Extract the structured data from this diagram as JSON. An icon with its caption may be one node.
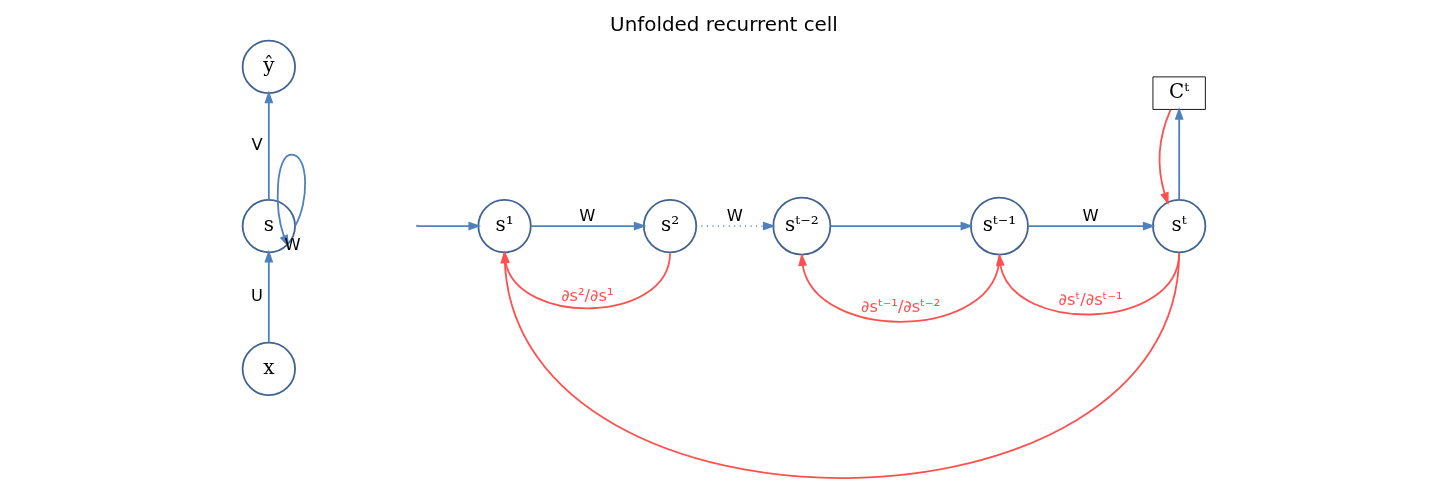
{
  "diagram": {
    "title": "Unfolded recurrent cell",
    "nodes": [
      {
        "text": [
          "ŷ"
        ]
      },
      {
        "text": [
          "s"
        ]
      },
      {
        "text": [
          "x"
        ]
      },
      {
        "text": [
          "s¹"
        ]
      },
      {
        "text": [
          "s²"
        ]
      },
      {
        "text": [
          "sᵗ⁻²"
        ]
      },
      {
        "text": [
          "sᵗ⁻¹"
        ]
      },
      {
        "text": [
          "sᵗ"
        ]
      },
      {
        "text": [
          "Cᵗ"
        ]
      }
    ],
    "edges": [
      {
        "from": 1,
        "to": 0,
        "arrow": "to",
        "label": "V"
      },
      {
        "from": 1,
        "to": 1,
        "arrow": "to",
        "label": "W"
      },
      {
        "from": 2,
        "to": 1,
        "arrow": "to",
        "label": "U"
      },
      {
        "from": null,
        "to": 3,
        "arrow": "to"
      },
      {
        "from": 3,
        "to": 4,
        "arrow": "to",
        "label": "W"
      },
      {
        "from": 4,
        "to": 5,
        "arrow": "to",
        "label": "W",
        "style": "dashed"
      },
      {
        "from": 5,
        "to": 6,
        "arrow": "to"
      },
      {
        "from": 6,
        "to": 7,
        "arrow": "to",
        "label": "W"
      },
      {
        "from": 7,
        "to": 8,
        "arrow": "to"
      },
      {
        "from": 8,
        "to": 7,
        "arrow": "to",
        "color": "#ff5050"
      },
      {
        "from": 4,
        "to": 3,
        "arrow": "to",
        "label": "∂s²/∂s¹",
        "color": "#ff5050"
      },
      {
        "from": 6,
        "to": 5,
        "arrow": "to",
        "label": "∂sᵗ⁻¹/∂sᵗ⁻²",
        "color": "#ff5050"
      },
      {
        "from": 7,
        "to": 6,
        "arrow": "to",
        "label": "∂sᵗ/∂sᵗ⁻¹",
        "color": "#ff5050"
      },
      {
        "from": 7,
        "to": 3,
        "arrow": "to",
        "color": "#ff5050"
      }
    ]
  }
}
